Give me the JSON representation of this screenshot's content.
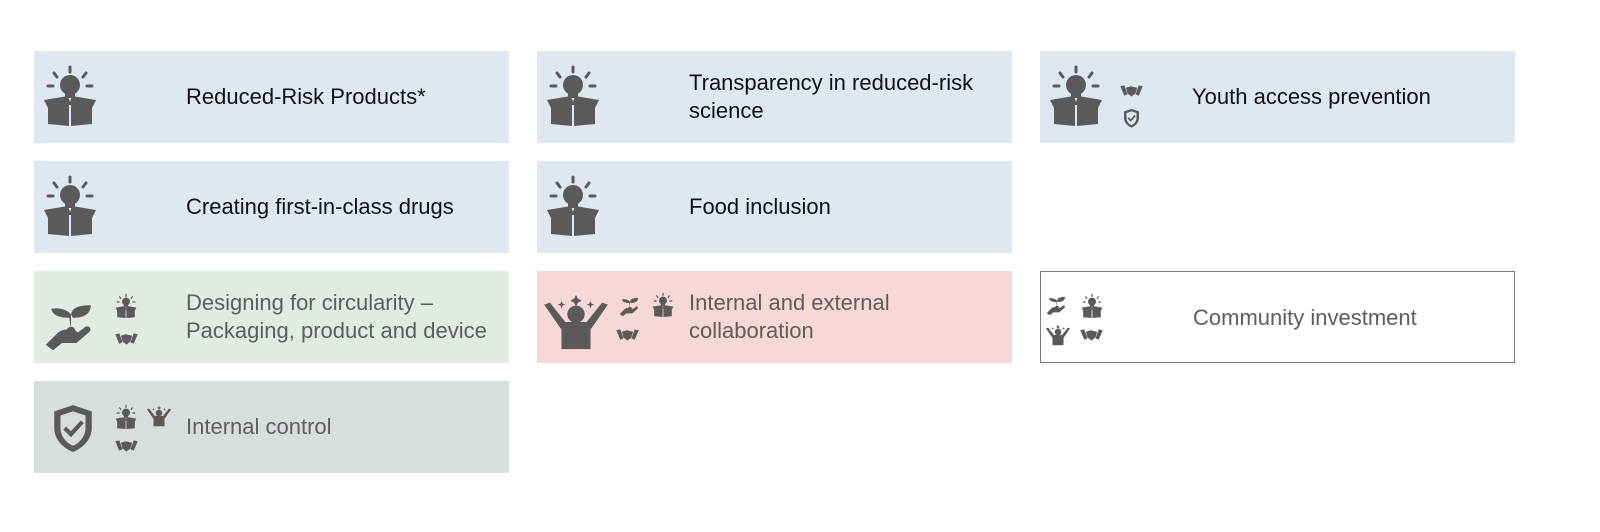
{
  "cards": [
    {
      "title": "Reduced-Risk Products*"
    },
    {
      "title": "Transparency in reduced-risk science"
    },
    {
      "title": "Youth access prevention"
    },
    {
      "title": "Creating first-in-class drugs"
    },
    {
      "title": "Food inclusion"
    },
    {
      "title": "Designing for circularity – Packaging, product and device"
    },
    {
      "title": "Internal and external collaboration"
    },
    {
      "title": "Community investment"
    },
    {
      "title": "Internal control"
    }
  ],
  "colors": {
    "innovation": "#dfe8f0",
    "environment": "#e1ebe2",
    "people": "#f6d8d6",
    "governance": "#d8dde0",
    "icon": "#5a5a5a"
  }
}
